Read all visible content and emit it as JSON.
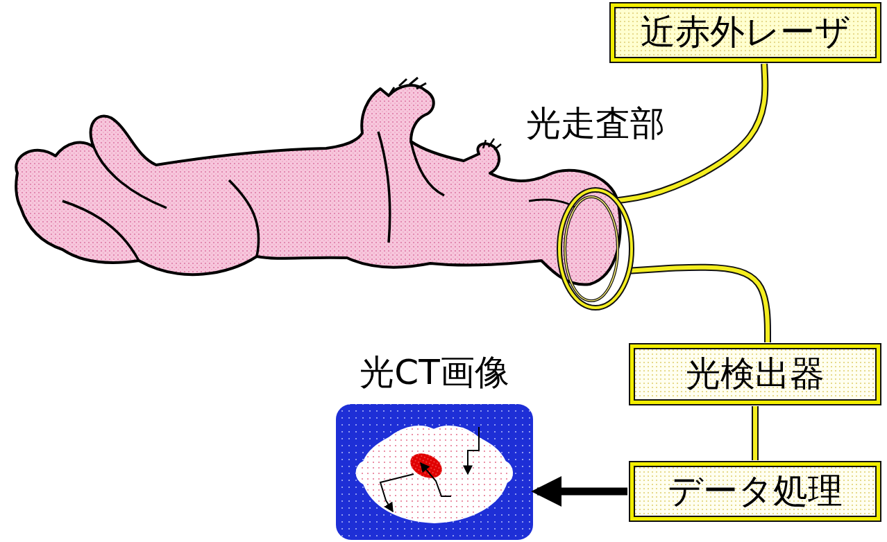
{
  "diagram": {
    "nodes": [
      {
        "text": [
          "近赤外レーザ"
        ]
      },
      {
        "text": [
          "光走査部"
        ]
      },
      {
        "text": [
          "光検出器"
        ]
      },
      {
        "text": [
          "データ処理"
        ]
      },
      {
        "text": [
          "光CT画像"
        ]
      }
    ],
    "edges": [
      {
        "from": 1,
        "to": 0,
        "arrow": "none"
      },
      {
        "from": 1,
        "to": 2,
        "arrow": "none"
      },
      {
        "from": 2,
        "to": 3,
        "arrow": "none"
      },
      {
        "from": 3,
        "to": 4,
        "arrow": "to"
      }
    ]
  }
}
